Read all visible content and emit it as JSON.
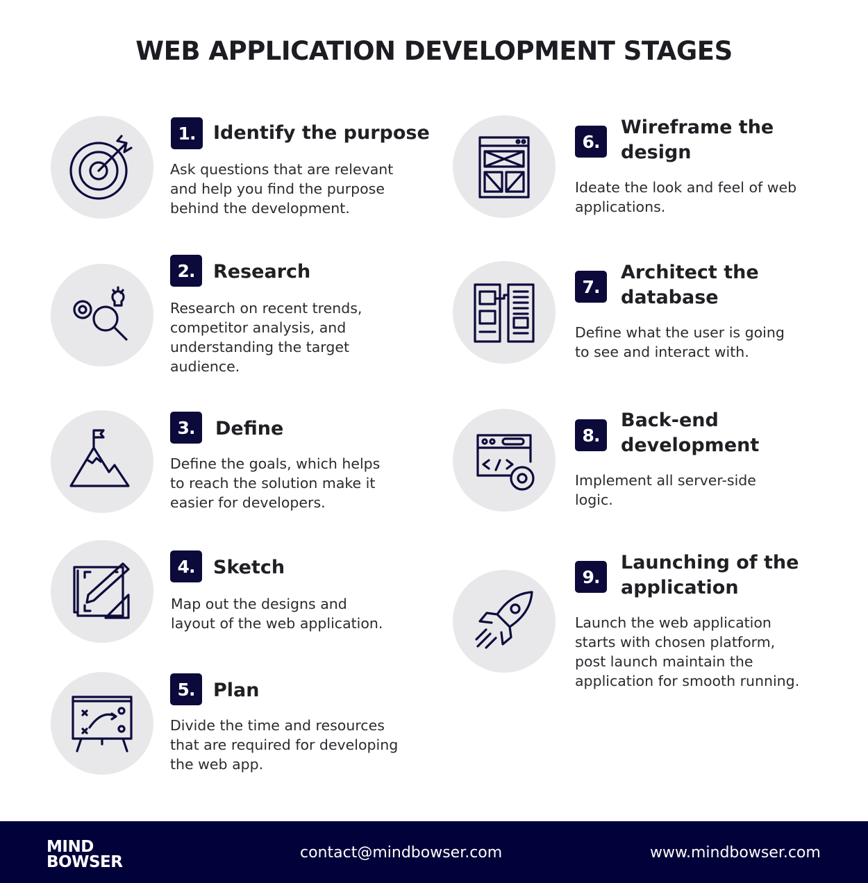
{
  "title": "WEB APPLICATION DEVELOPMENT STAGES",
  "stages": [
    {
      "num": "1.",
      "title": "Identify the purpose",
      "body": "Ask questions that are relevant\nand help you find the purpose\nbehind the development.",
      "icon": "target-icon"
    },
    {
      "num": "2.",
      "title": "Research",
      "body": "Research on recent trends,\ncompetitor analysis, and\nunderstanding the target\naudience.",
      "icon": "research-gears-icon"
    },
    {
      "num": "3.",
      "title": "Define",
      "body": "Define the goals, which helps\nto reach the solution make it\neasier for developers.",
      "icon": "mountain-flag-icon"
    },
    {
      "num": "4.",
      "title": "Sketch",
      "body": "Map out the designs and\nlayout of the web application.",
      "icon": "sketch-ruler-icon"
    },
    {
      "num": "5.",
      "title": "Plan",
      "body": "Divide the time and resources\nthat are required for developing\nthe web app.",
      "icon": "strategy-board-icon"
    },
    {
      "num": "6.",
      "title": "Wireframe the\ndesign",
      "body": "Ideate the look and feel of web\napplications.",
      "icon": "wireframe-icon"
    },
    {
      "num": "7.",
      "title": "Architect the\ndatabase",
      "body": "Define what the user is going\nto see and interact with.",
      "icon": "database-layout-icon"
    },
    {
      "num": "8.",
      "title": "Back-end\ndevelopment",
      "body": "Implement all server-side\nlogic.",
      "icon": "code-gear-icon"
    },
    {
      "num": "9.",
      "title": "Launching of the\napplication",
      "body": "Launch the web application\nstarts with chosen platform,\npost launch maintain the\napplication for smooth running.",
      "icon": "rocket-icon"
    }
  ],
  "footer": {
    "logo_line1": "MIND",
    "logo_line2": "BOWSER",
    "email": "contact@mindbowser.com",
    "website": "www.mindbowser.com"
  },
  "colors": {
    "navy": "#0b0a3a",
    "circle": "#e8e8ea",
    "footer": "#02023a",
    "logo_accent": "#f08a1c"
  }
}
